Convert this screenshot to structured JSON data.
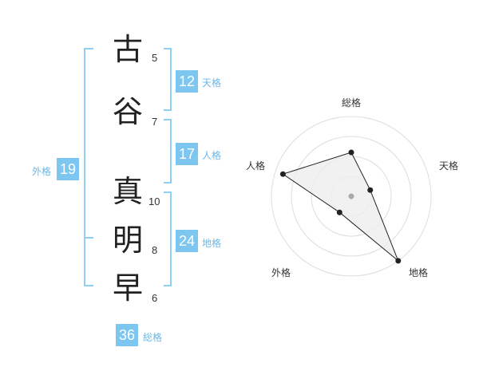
{
  "name": {
    "chars": [
      {
        "char": "古",
        "strokes": "5"
      },
      {
        "char": "谷",
        "strokes": "7"
      },
      {
        "char": "真",
        "strokes": "10"
      },
      {
        "char": "明",
        "strokes": "8"
      },
      {
        "char": "早",
        "strokes": "6"
      }
    ]
  },
  "fortune": {
    "tenkaku": {
      "value": "12",
      "label": "天格"
    },
    "jinkaku": {
      "value": "17",
      "label": "人格"
    },
    "chikaku": {
      "value": "24",
      "label": "地格"
    },
    "gaikaku": {
      "value": "19",
      "label": "外格"
    },
    "soukaku": {
      "value": "36",
      "label": "総格"
    }
  },
  "radar": {
    "axes": [
      "総格",
      "天格",
      "地格",
      "外格",
      "人格"
    ],
    "values": [
      0.55,
      0.25,
      1.0,
      0.25,
      0.9
    ],
    "max_rings": 4,
    "colors": {
      "ring": "#dddddd",
      "fill": "#eeeeee",
      "line": "#222222",
      "center": "#aaaaaa"
    }
  }
}
